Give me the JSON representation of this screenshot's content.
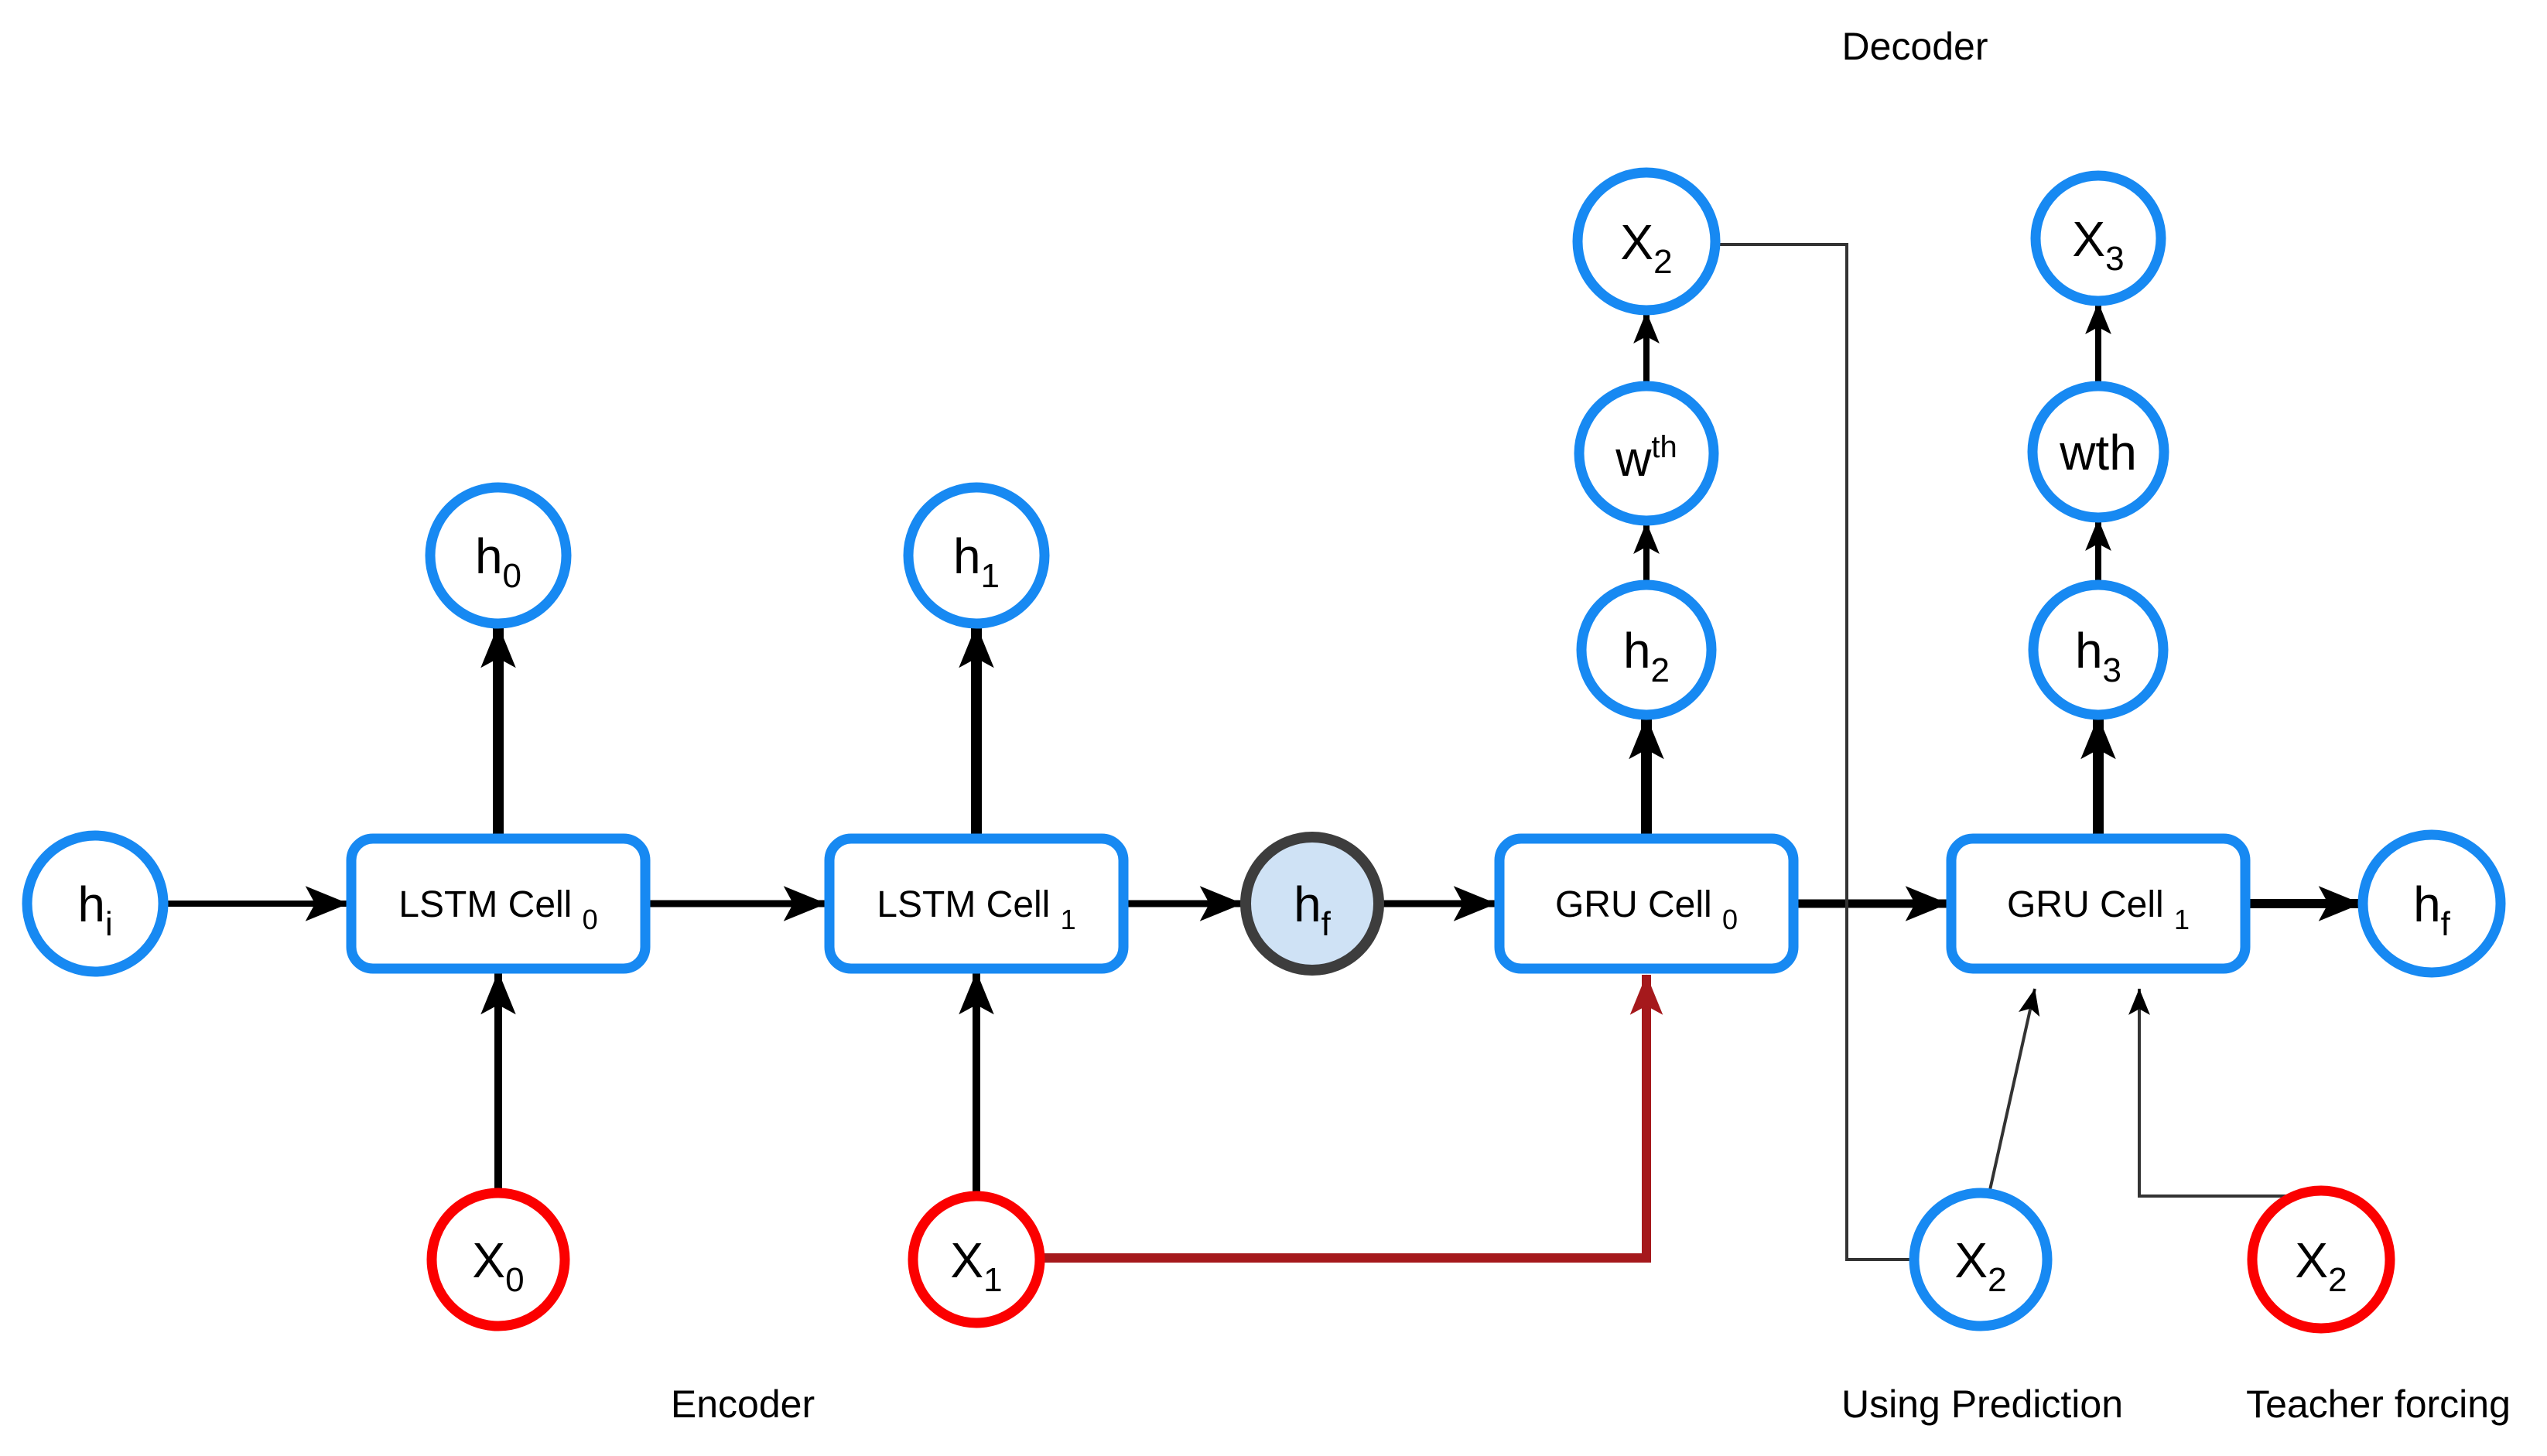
{
  "diagram": {
    "section_labels": {
      "decoder": "Decoder",
      "encoder": "Encoder",
      "using_prediction": "Using Prediction",
      "teacher_forcing": "Teacher forcing"
    },
    "colors": {
      "node_blue": "#1789F2",
      "node_red": "#FB0000",
      "context_fill": "#CFE2F5",
      "context_stroke": "#3D3D3D",
      "edge_black": "#000000",
      "edge_red": "#A5191C",
      "edge_thin": "#333333"
    },
    "nodes": {
      "hi": {
        "base": "h",
        "sub": "i"
      },
      "h0": {
        "base": "h",
        "sub": "0"
      },
      "h1": {
        "base": "h",
        "sub": "1"
      },
      "h2": {
        "base": "h",
        "sub": "2"
      },
      "h3": {
        "base": "h",
        "sub": "3"
      },
      "hf_context": {
        "base": "h",
        "sub": "f"
      },
      "hf_out": {
        "base": "h",
        "sub": "f"
      },
      "x0": {
        "base": "X",
        "sub": "0"
      },
      "x1": {
        "base": "X",
        "sub": "1"
      },
      "x2_out": {
        "base": "X",
        "sub": "2"
      },
      "x3_out": {
        "base": "X",
        "sub": "3"
      },
      "x2_pred": {
        "base": "X",
        "sub": "2"
      },
      "x2_teacher": {
        "base": "X",
        "sub": "2"
      },
      "w_th_sup": {
        "base": "w",
        "sup": "th"
      },
      "wth": {
        "base": "wth"
      },
      "lstm_cell_0": {
        "base": "LSTM Cell ",
        "sub": "0"
      },
      "lstm_cell_1": {
        "base": "LSTM Cell ",
        "sub": "1"
      },
      "gru_cell_0": {
        "base": "GRU Cell ",
        "sub": "0"
      },
      "gru_cell_1": {
        "base": "GRU Cell ",
        "sub": "1"
      }
    }
  }
}
